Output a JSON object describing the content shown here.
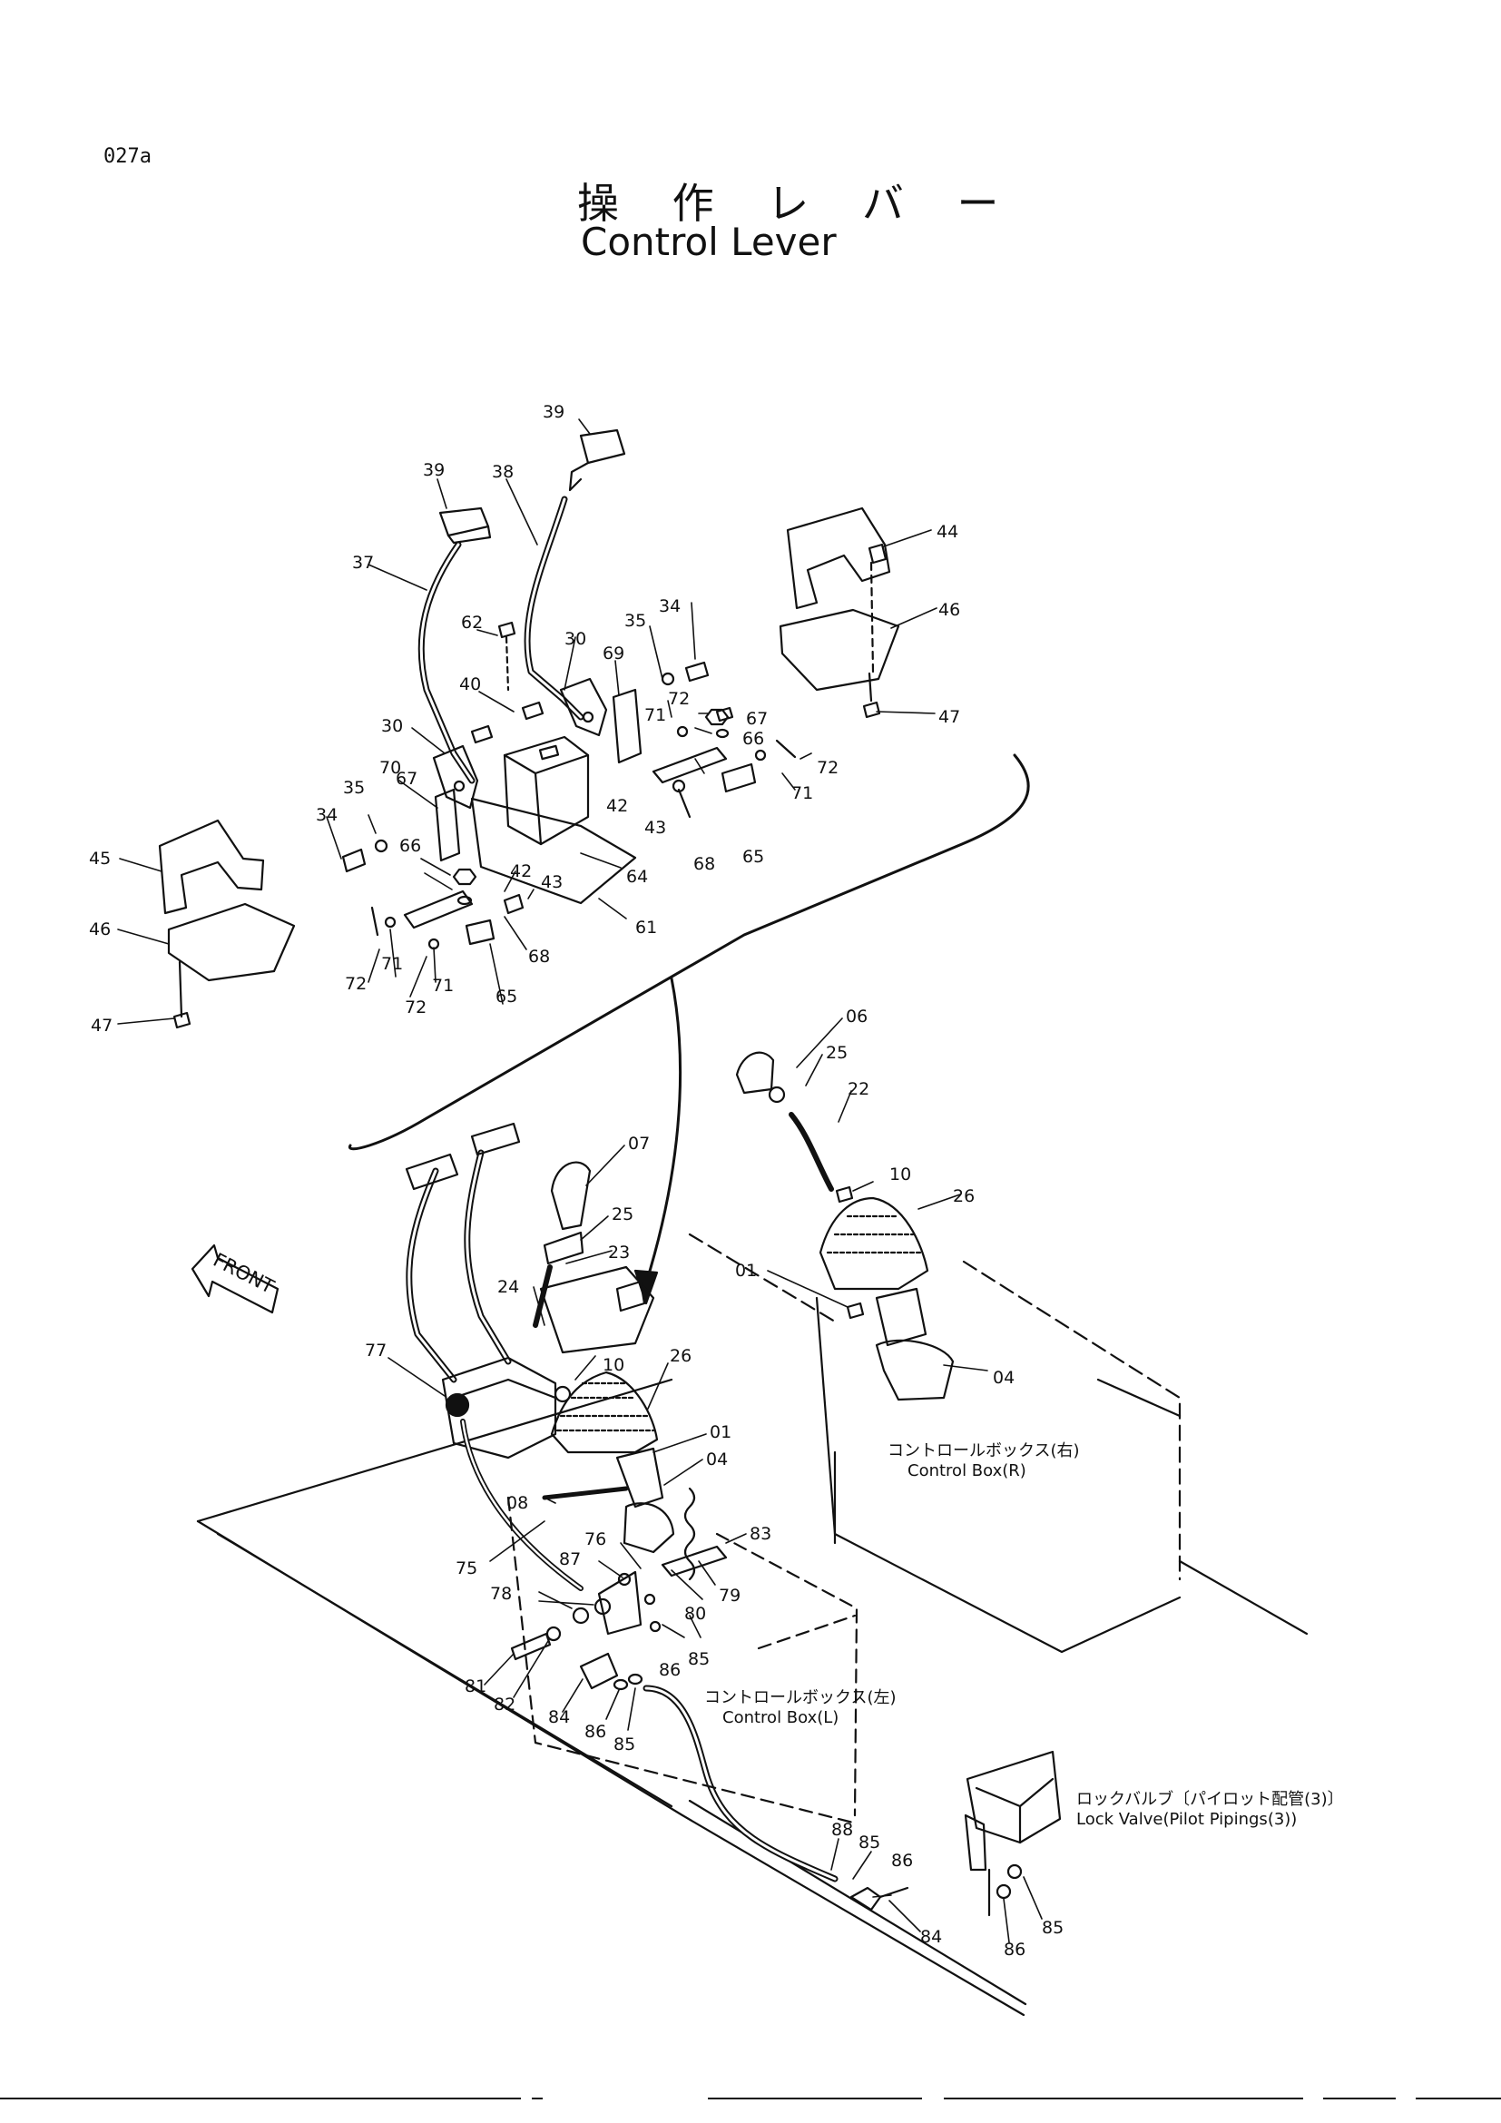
{
  "page_code": "027a",
  "title_jp": "操 作 レ バ ー",
  "title_en": "Control Lever",
  "front_label": "FRONT",
  "labels": {
    "box_r_jp": "コントロールボックス(右)",
    "box_r_en": "Control  Box(R)",
    "box_l_jp": "コントロールボックス(左)",
    "box_l_en": "Control  Box(L)",
    "lock_valve_jp": "ロックバルブ〔パイロット配管(3)〕",
    "lock_valve_en": "Lock Valve(Pilot Pipings(3))"
  },
  "callouts": [
    {
      "id": "c39a",
      "text": "39"
    },
    {
      "id": "c39b",
      "text": "39"
    },
    {
      "id": "c38",
      "text": "38"
    },
    {
      "id": "c37",
      "text": "37"
    },
    {
      "id": "c62",
      "text": "62"
    },
    {
      "id": "c40",
      "text": "40"
    },
    {
      "id": "c30a",
      "text": "30"
    },
    {
      "id": "c30b",
      "text": "30"
    },
    {
      "id": "c69",
      "text": "69"
    },
    {
      "id": "c35a",
      "text": "35"
    },
    {
      "id": "c34a",
      "text": "34"
    },
    {
      "id": "c72a",
      "text": "72"
    },
    {
      "id": "c71a",
      "text": "71"
    },
    {
      "id": "c67a",
      "text": "67"
    },
    {
      "id": "c66a",
      "text": "66"
    },
    {
      "id": "c72b",
      "text": "72"
    },
    {
      "id": "c71b",
      "text": "71"
    },
    {
      "id": "c42a",
      "text": "42"
    },
    {
      "id": "c43a",
      "text": "43"
    },
    {
      "id": "c68a",
      "text": "68"
    },
    {
      "id": "c65a",
      "text": "65"
    },
    {
      "id": "c70",
      "text": "70"
    },
    {
      "id": "c35b",
      "text": "35"
    },
    {
      "id": "c34b",
      "text": "34"
    },
    {
      "id": "c67b",
      "text": "67"
    },
    {
      "id": "c66b",
      "text": "66"
    },
    {
      "id": "c42b",
      "text": "42"
    },
    {
      "id": "c43b",
      "text": "43"
    },
    {
      "id": "c64",
      "text": "64"
    },
    {
      "id": "c61",
      "text": "61"
    },
    {
      "id": "c68b",
      "text": "68"
    },
    {
      "id": "c72c",
      "text": "72"
    },
    {
      "id": "c71c",
      "text": "71"
    },
    {
      "id": "c71d",
      "text": "71"
    },
    {
      "id": "c72d",
      "text": "72"
    },
    {
      "id": "c65b",
      "text": "65"
    },
    {
      "id": "c44",
      "text": "44"
    },
    {
      "id": "c46a",
      "text": "46"
    },
    {
      "id": "c47a",
      "text": "47"
    },
    {
      "id": "c45",
      "text": "45"
    },
    {
      "id": "c46b",
      "text": "46"
    },
    {
      "id": "c47b",
      "text": "47"
    },
    {
      "id": "c06",
      "text": "06"
    },
    {
      "id": "c25a",
      "text": "25"
    },
    {
      "id": "c22",
      "text": "22"
    },
    {
      "id": "c10a",
      "text": "10"
    },
    {
      "id": "c26a",
      "text": "26"
    },
    {
      "id": "c01a",
      "text": "01"
    },
    {
      "id": "c04a",
      "text": "04"
    },
    {
      "id": "c07",
      "text": "07"
    },
    {
      "id": "c25b",
      "text": "25"
    },
    {
      "id": "c23",
      "text": "23"
    },
    {
      "id": "c24",
      "text": "24"
    },
    {
      "id": "c10b",
      "text": "10"
    },
    {
      "id": "c26b",
      "text": "26"
    },
    {
      "id": "c77",
      "text": "77"
    },
    {
      "id": "c01b",
      "text": "01"
    },
    {
      "id": "c04b",
      "text": "04"
    },
    {
      "id": "c08",
      "text": "08"
    },
    {
      "id": "c83",
      "text": "83"
    },
    {
      "id": "c76",
      "text": "76"
    },
    {
      "id": "c87",
      "text": "87"
    },
    {
      "id": "c75",
      "text": "75"
    },
    {
      "id": "c79",
      "text": "79"
    },
    {
      "id": "c80",
      "text": "80"
    },
    {
      "id": "c78",
      "text": "78"
    },
    {
      "id": "c86a",
      "text": "86"
    },
    {
      "id": "c85a",
      "text": "85"
    },
    {
      "id": "c81",
      "text": "81"
    },
    {
      "id": "c82",
      "text": "82"
    },
    {
      "id": "c84a",
      "text": "84"
    },
    {
      "id": "c86b",
      "text": "86"
    },
    {
      "id": "c85b",
      "text": "85"
    },
    {
      "id": "c88",
      "text": "88"
    },
    {
      "id": "c85c",
      "text": "85"
    },
    {
      "id": "c86c",
      "text": "86"
    },
    {
      "id": "c84b",
      "text": "84"
    },
    {
      "id": "c86d",
      "text": "86"
    },
    {
      "id": "c85d",
      "text": "85"
    }
  ]
}
